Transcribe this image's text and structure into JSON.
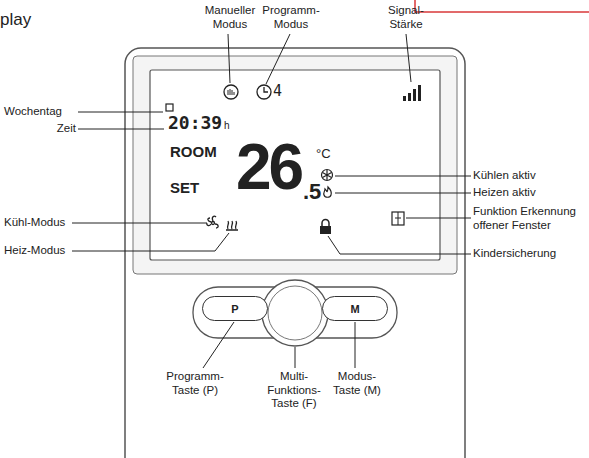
{
  "diagram": {
    "nodes": [
      {
        "text": [
          "P"
        ]
      },
      {
        "text": [
          "M"
        ]
      }
    ],
    "labels": [
      "play",
      "Manueller Modus",
      "Programm-Modus",
      "Signal-Stärke",
      "Wochentag",
      "Zeit",
      "Kühl-Modus",
      "Heiz-Modus",
      "Kühlen aktiv",
      "Heizen aktiv",
      "Funktion Erkennung offener Fenster",
      "Kindersicherung",
      "Programm-Taste (P)",
      "Multi-Funktions-Taste (F)",
      "Modus-Taste (M)",
      "20:39",
      "h",
      "ROOM",
      "SET",
      "26",
      ".5",
      "°C",
      "4"
    ]
  }
}
